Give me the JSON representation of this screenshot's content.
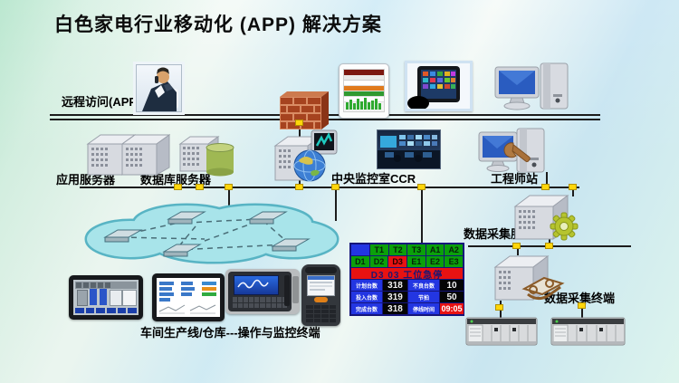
{
  "title": "白色家电行业移动化 (APP) 解决方案",
  "nodes": {
    "remote_access": "远程访问(APP)",
    "app_server": "应用服务器",
    "db_server": "数据库服务器",
    "ccr": "中央监控室CCR",
    "engineer": "工程师站",
    "dcs": "数据采集服务器",
    "dct": "数据采集终端",
    "workshop": "车间生产线/仓库---操作与监控终端"
  },
  "andon": {
    "logo_cell": "",
    "row1": [
      "T1",
      "T2",
      "T3",
      "A1",
      "A2"
    ],
    "row2": [
      "D1",
      "D2",
      "D3",
      "E1",
      "E2",
      "E3"
    ],
    "banner": "D3 03  工位急停",
    "left_rows": [
      {
        "label": "计划台数",
        "value": "318"
      },
      {
        "label": "投入台数",
        "value": "319"
      },
      {
        "label": "完成台数",
        "value": "318"
      }
    ],
    "right_rows": [
      {
        "label": "不良台数",
        "value": "10"
      },
      {
        "label": "节拍",
        "value": "50"
      },
      {
        "label": "停线时间",
        "value": "09:05"
      }
    ]
  },
  "colors": {
    "network_line": "#1c1c1c",
    "connector_yellow": "#ffd60a",
    "cloud_fill": "#a8e4ea",
    "cloud_stroke": "#58b4c4",
    "andon_green": "#0aa00a",
    "andon_red": "#e81212",
    "andon_blue": "#2336e2",
    "db_cylinder_green": "#9fb853"
  }
}
